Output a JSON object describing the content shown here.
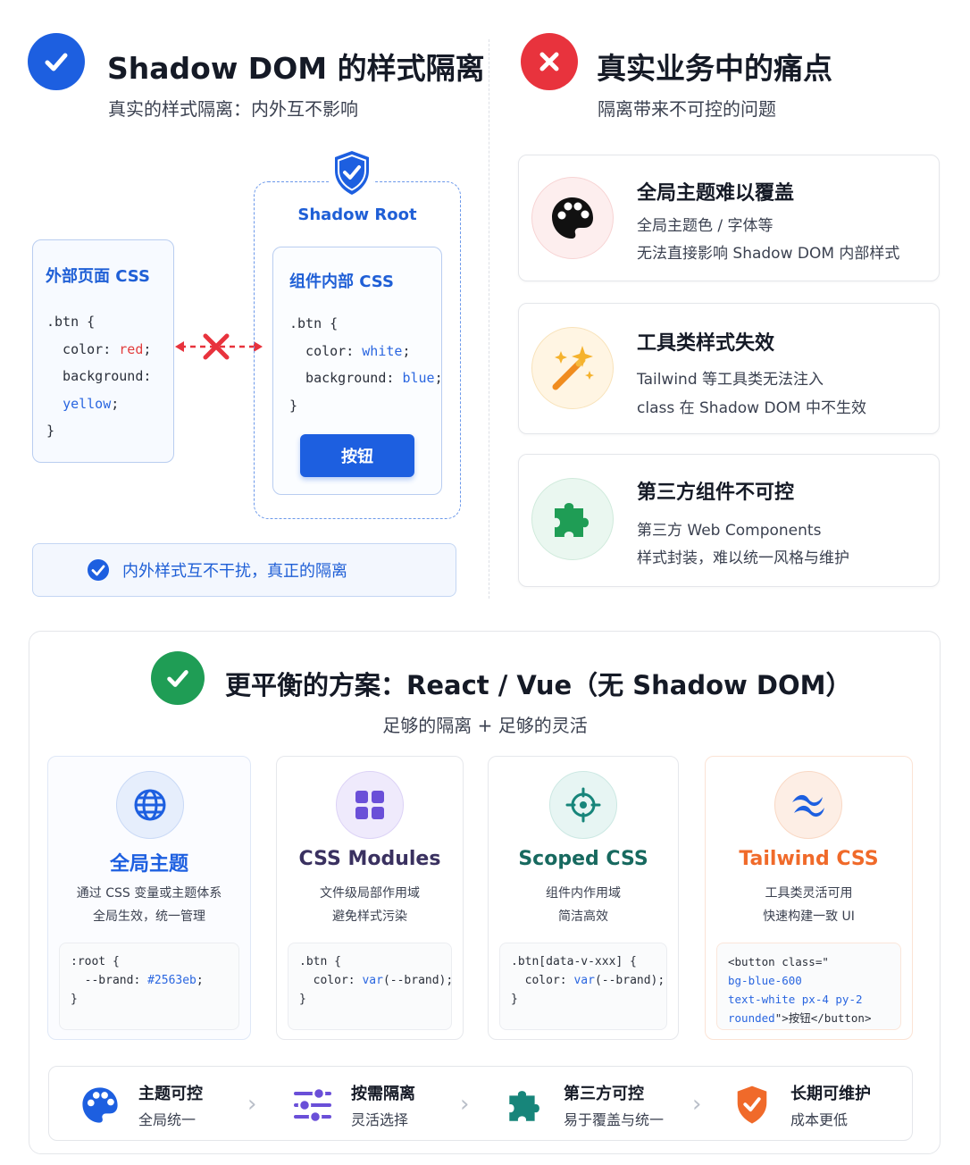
{
  "left": {
    "title": "Shadow DOM 的样式隔离",
    "subtitle": "真实的样式隔离：内外互不影响",
    "outer_box": {
      "title": "外部页面 CSS",
      "code": [
        ".btn {",
        "  color: ",
        "red",
        ";",
        "  background:",
        "  ",
        "yellow",
        ";",
        "}"
      ]
    },
    "shadow_root_label": "Shadow Root",
    "inner_box": {
      "title": "组件内部 CSS",
      "code": [
        ".btn {",
        "  color: ",
        "white",
        ";",
        "  background: ",
        "blue",
        ";",
        "}"
      ],
      "button_label": "按钮"
    },
    "note": "内外样式互不干扰，真正的隔离"
  },
  "right": {
    "title": "真实业务中的痛点",
    "subtitle": "隔离带来不可控的问题",
    "cards": [
      {
        "icon": "palette-icon",
        "title": "全局主题难以覆盖",
        "line1": "全局主题色 / 字体等",
        "line2": "无法直接影响 Shadow DOM 内部样式"
      },
      {
        "icon": "magic-wand-icon",
        "title": "工具类样式失效",
        "line1": "Tailwind 等工具类无法注入",
        "line2": "class 在 Shadow DOM 中不生效"
      },
      {
        "icon": "puzzle-icon",
        "title": "第三方组件不可控",
        "line1": "第三方 Web Components",
        "line2": "样式封装，难以统一风格与维护"
      }
    ]
  },
  "bottom": {
    "title": "更平衡的方案：React / Vue（无 Shadow DOM）",
    "subtitle": "足够的隔离 + 足够的灵活",
    "solutions": [
      {
        "icon": "globe-icon",
        "title": "全局主题",
        "desc1": "通过 CSS 变量或主题体系",
        "desc2": "全局生效，统一管理",
        "code1": ":root {",
        "code2a": "  --brand: ",
        "code2b": "#2563eb",
        "code2c": ";",
        "code3": "}"
      },
      {
        "icon": "grid-icon",
        "title": "CSS Modules",
        "desc1": "文件级局部作用域",
        "desc2": "避免样式污染",
        "code1": ".btn {",
        "code2a": "  color: ",
        "code2b": "var",
        "code2c": "(--brand);",
        "code3": "}"
      },
      {
        "icon": "target-icon",
        "title": "Scoped CSS",
        "desc1": "组件内作用域",
        "desc2": "简洁高效",
        "code1": ".btn[data-v-xxx] {",
        "code2a": "  color: ",
        "code2b": "var",
        "code2c": "(--brand);",
        "code3": "}"
      },
      {
        "icon": "tailwind-icon",
        "title": "Tailwind CSS",
        "desc1": "工具类灵活可用",
        "desc2": "快速构建一致 UI",
        "code1": "<button class=\"",
        "code2a": "",
        "code2b": "bg-blue-600",
        "code2c": "",
        "code3": "text-white px-4 py-2",
        "code4a": "rounded",
        "code4b": "\">按钮</button>"
      }
    ],
    "benefits": [
      {
        "icon": "palette-icon",
        "title": "主题可控",
        "sub": "全局统一"
      },
      {
        "icon": "sliders-icon",
        "title": "按需隔离",
        "sub": "灵活选择"
      },
      {
        "icon": "puzzle-icon",
        "title": "第三方可控",
        "sub": "易于覆盖与统一"
      },
      {
        "icon": "shield-check-icon",
        "title": "长期可维护",
        "sub": "成本更低"
      }
    ],
    "chevron": "›"
  },
  "colors": {
    "blue": "#1d5fe0",
    "red": "#e8333d",
    "green": "#1f9d55",
    "purple": "#6a4fd8",
    "teal": "#17857a",
    "orange": "#f06a2a"
  }
}
